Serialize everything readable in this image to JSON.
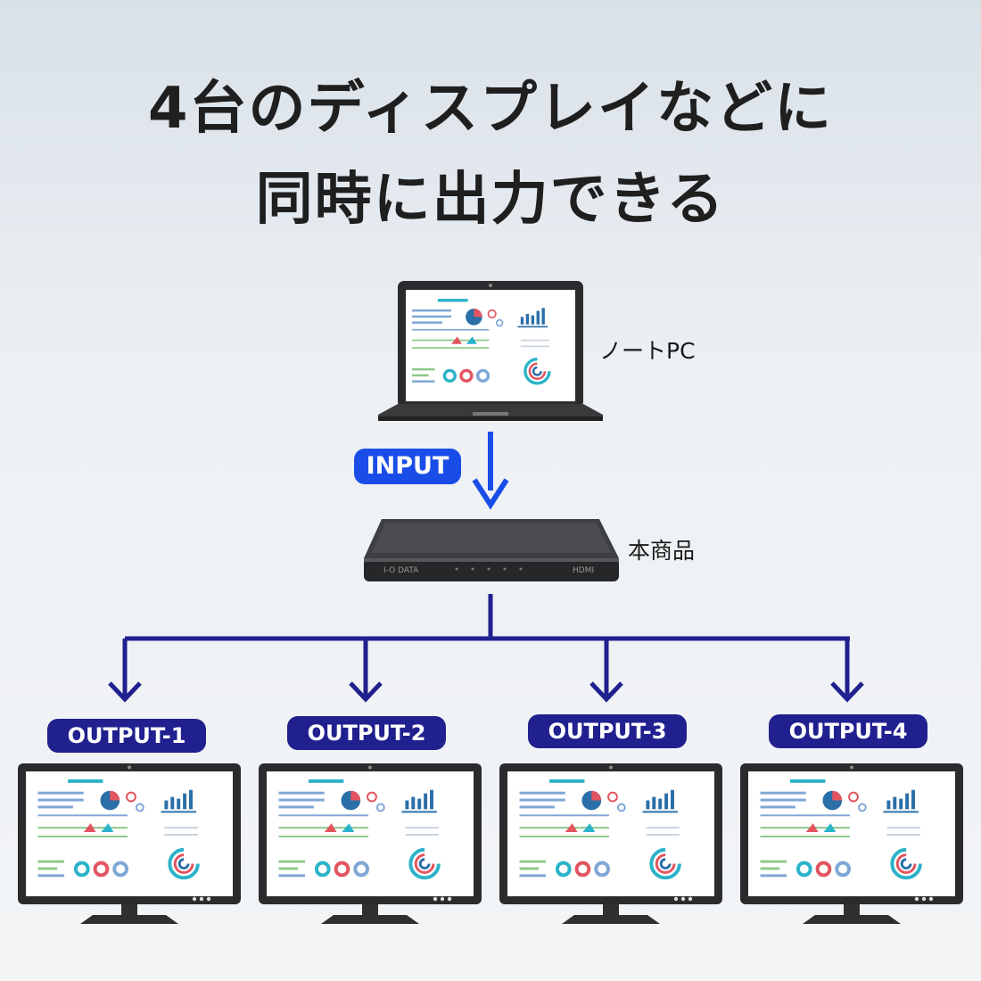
{
  "header": {
    "line1": "4台のディスプレイなどに",
    "line2": "同時に出力できる"
  },
  "source": {
    "label": "ノートPC",
    "input_badge": "INPUT"
  },
  "device": {
    "label": "本商品",
    "brand_text": "I-O DATA",
    "port_text": "HDMI"
  },
  "outputs": [
    {
      "label": "OUTPUT-1"
    },
    {
      "label": "OUTPUT-2"
    },
    {
      "label": "OUTPUT-3"
    },
    {
      "label": "OUTPUT-4"
    }
  ],
  "colors": {
    "input_arrow": "#1a4de8",
    "output_arrow": "#21208f",
    "accent_teal": "#2bb3c9",
    "accent_red": "#e25560",
    "bar_blue": "#2a6fa8"
  }
}
